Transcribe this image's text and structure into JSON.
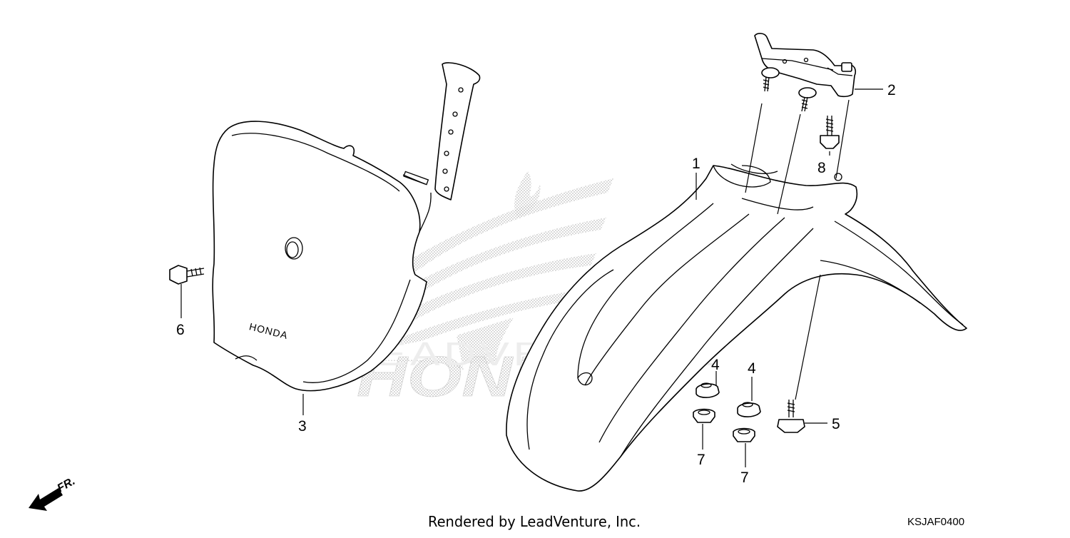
{
  "diagram": {
    "watermark": {
      "brand": "HONDA",
      "dealer": "LEADVENTURE"
    },
    "parts": [
      {
        "ref": "1",
        "label": "1"
      },
      {
        "ref": "2",
        "label": "2"
      },
      {
        "ref": "3",
        "label": "3"
      },
      {
        "ref": "4a",
        "label": "4"
      },
      {
        "ref": "4b",
        "label": "4"
      },
      {
        "ref": "5",
        "label": "5"
      },
      {
        "ref": "6",
        "label": "6"
      },
      {
        "ref": "7a",
        "label": "7"
      },
      {
        "ref": "7b",
        "label": "7"
      },
      {
        "ref": "8",
        "label": "8"
      }
    ],
    "front_indicator": "FR.",
    "plate_logo": "HONDA",
    "footer": {
      "rendered_by": "Rendered by LeadVenture, Inc.",
      "diagram_code": "KSJAF0400"
    }
  }
}
